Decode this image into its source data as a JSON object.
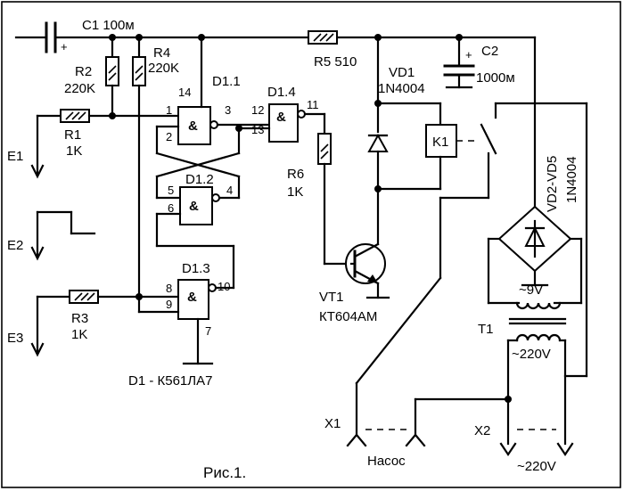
{
  "labels": {
    "c1": "C1 100м",
    "r2": "R2",
    "r2v": "220K",
    "r4": "R4",
    "r4v": "220K",
    "r1": "R1",
    "r1v": "1K",
    "r3": "R3",
    "r3v": "1K",
    "r5": "R5 510",
    "r6": "R6",
    "r6v": "1K",
    "d11": "D1.1",
    "d12": "D1.2",
    "d13": "D1.3",
    "d14": "D1.4",
    "and": "&",
    "vd1": "VD1",
    "vd1v": "1N4004",
    "c2": "C2",
    "c2v": "1000м",
    "k1": "K1",
    "vt1": "VT1",
    "vt1v": "КТ604АМ",
    "vd25": "VD2-VD5",
    "vd25v": "1N4004",
    "v9": "~9V",
    "t1": "T1",
    "v220": "~220V",
    "v220b": "~220V",
    "x1": "X1",
    "x2": "X2",
    "pump": "Насос",
    "e1": "E1",
    "e2": "E2",
    "e3": "E3",
    "d1": "D1 - К561ЛА7",
    "plus": "+",
    "plus2": "+",
    "caption": "Рис.1."
  },
  "pins": {
    "p1": "1",
    "p2": "2",
    "p3": "3",
    "p14": "14",
    "p5": "5",
    "p6": "6",
    "p4": "4",
    "p8": "8",
    "p9": "9",
    "p10": "10",
    "p7": "7",
    "p12": "12",
    "p13": "13",
    "p11": "11"
  }
}
